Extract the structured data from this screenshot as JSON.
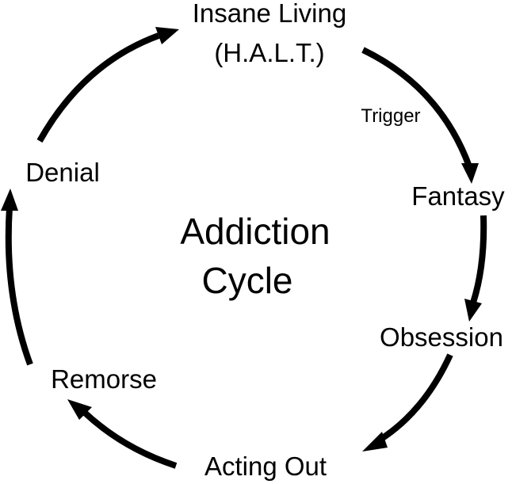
{
  "diagram": {
    "center_title": [
      "Addiction",
      "Cycle"
    ],
    "stages": {
      "insane_living": [
        "Insane Living",
        "(H.A.L.T.)"
      ],
      "fantasy": "Fantasy",
      "obsession": "Obsession",
      "acting_out": "Acting Out",
      "remorse": "Remorse",
      "denial": "Denial"
    },
    "edge_labels": {
      "trigger": "Trigger"
    },
    "colors": {
      "ink": "#000000",
      "background": "#ffffff"
    }
  }
}
